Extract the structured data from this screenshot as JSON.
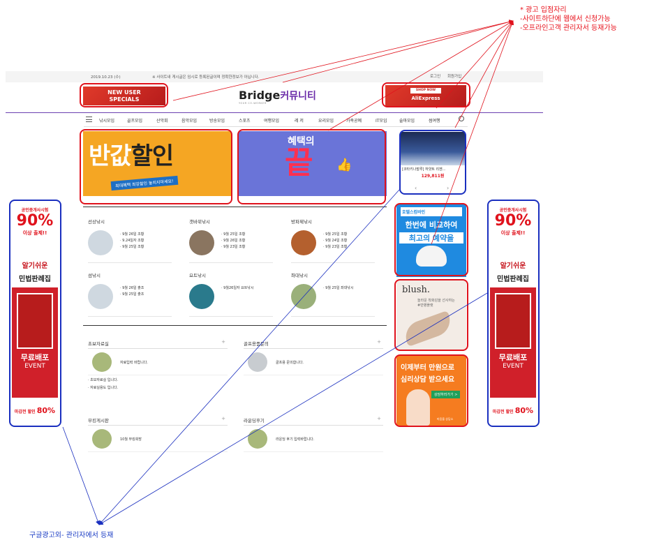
{
  "annotations": {
    "top": [
      "* 광고 입점자리",
      "-사이트하단에 웹에서 신청가능",
      "-오프라인고객 관리자서 등재가능"
    ],
    "bottom": "구글광고외- 관리자에서 등재",
    "colors": {
      "red": "#e0121c",
      "blue": "#1a2fbf"
    }
  },
  "topbar": {
    "date": "2019.10.23 (수)",
    "notice": "※ 사이트내 게시글은 임시로 등록된글이며 정확한정보가 아닙니다.",
    "login": "로그인",
    "join": "회원가입"
  },
  "header": {
    "ad_left": [
      "NEW USER",
      "SPECIALS"
    ],
    "ad_right": {
      "shop": "SHOP NOW",
      "brand": "AliExpress"
    },
    "logo": "Bridge",
    "logo_ko": "커뮤니티",
    "logo_sub": "YOUR CO-WORKER"
  },
  "nav": {
    "items": [
      "낚시모임",
      "골프모임",
      "산악회",
      "음악모임",
      "방송모임",
      "스포츠",
      "여행모임",
      "레 저",
      "요리모임",
      "가족공예",
      "IT모임",
      "술마모임",
      "썸여행"
    ]
  },
  "banners": {
    "b1": {
      "a": "반값",
      "b": "할인",
      "ribbon": "최대혜택 최강할인 놓치지마세요!"
    },
    "b2": {
      "t1": "혜택의",
      "t2": "끝"
    }
  },
  "hotel": {
    "title": "[코타키나발루] 하얏트 리젠...",
    "price": "129,811원",
    "prev": "‹",
    "next": "›"
  },
  "right_ads": {
    "ad1": {
      "head": "호텔스컴바인",
      "l1": "한번에 비교하여",
      "l2": "최고의 예약을"
    },
    "ad2": {
      "brand": "blush.",
      "s1": "놀라운 착화감을 선사하는",
      "s2": "#만병플랫"
    },
    "ad3": {
      "l1": "이제부터 만원으로",
      "l2": "심리상담 받으세요",
      "btn": "상담하러가기 >",
      "small": "마음을 상담소"
    }
  },
  "side_ad": {
    "top": "공인중개사시험",
    "pct": "90%",
    "pass": "이상 출제!!",
    "t2": "알기쉬운",
    "t3": "민법판례집",
    "free": "무료배포",
    "event": "EVENT",
    "bottom_pre": "마감전 할인",
    "bottom_pct": "80%"
  },
  "fishing": [
    {
      "title": "선상낚시",
      "lines": [
        "· 9월 26일 조황",
        "· 9.24일자 조황",
        "· 9월 25일 조황"
      ]
    },
    {
      "title": "갯바위낚시",
      "lines": [
        "· 9월 25일 조황",
        "· 9월 26일 조황",
        "· 9월 23일 조황"
      ]
    },
    {
      "title": "방파제낚시",
      "lines": [
        "· 9월 25일 조황",
        "· 9월 24일 조황",
        "· 9월 23일 조황"
      ]
    },
    {
      "title": "섬낚시",
      "lines": [
        "· 9월 26일 출조",
        "· 9월 25일 출조"
      ]
    },
    {
      "title": "요트낚시",
      "lines": [
        "· 9월26일자 요트낚시"
      ]
    },
    {
      "title": "좌대낚시",
      "lines": [
        "· 9월 25일 좌대낚시"
      ]
    }
  ],
  "boards": [
    {
      "title": "초보자료실",
      "first": "자료입력 바랍니다.",
      "subs": [
        "· 초보자료실 입니다.",
        "· 자료실용도 입니다."
      ]
    },
    {
      "title": "골프용품문의",
      "first": "골프용 문의합니다.",
      "subs": []
    },
    {
      "title": "부킹게시판",
      "first": "10월 부킹희망",
      "subs": []
    },
    {
      "title": "라운딩후기",
      "first": "라운딩 후기 입력바랍니다.",
      "subs": []
    }
  ],
  "plus": "+"
}
